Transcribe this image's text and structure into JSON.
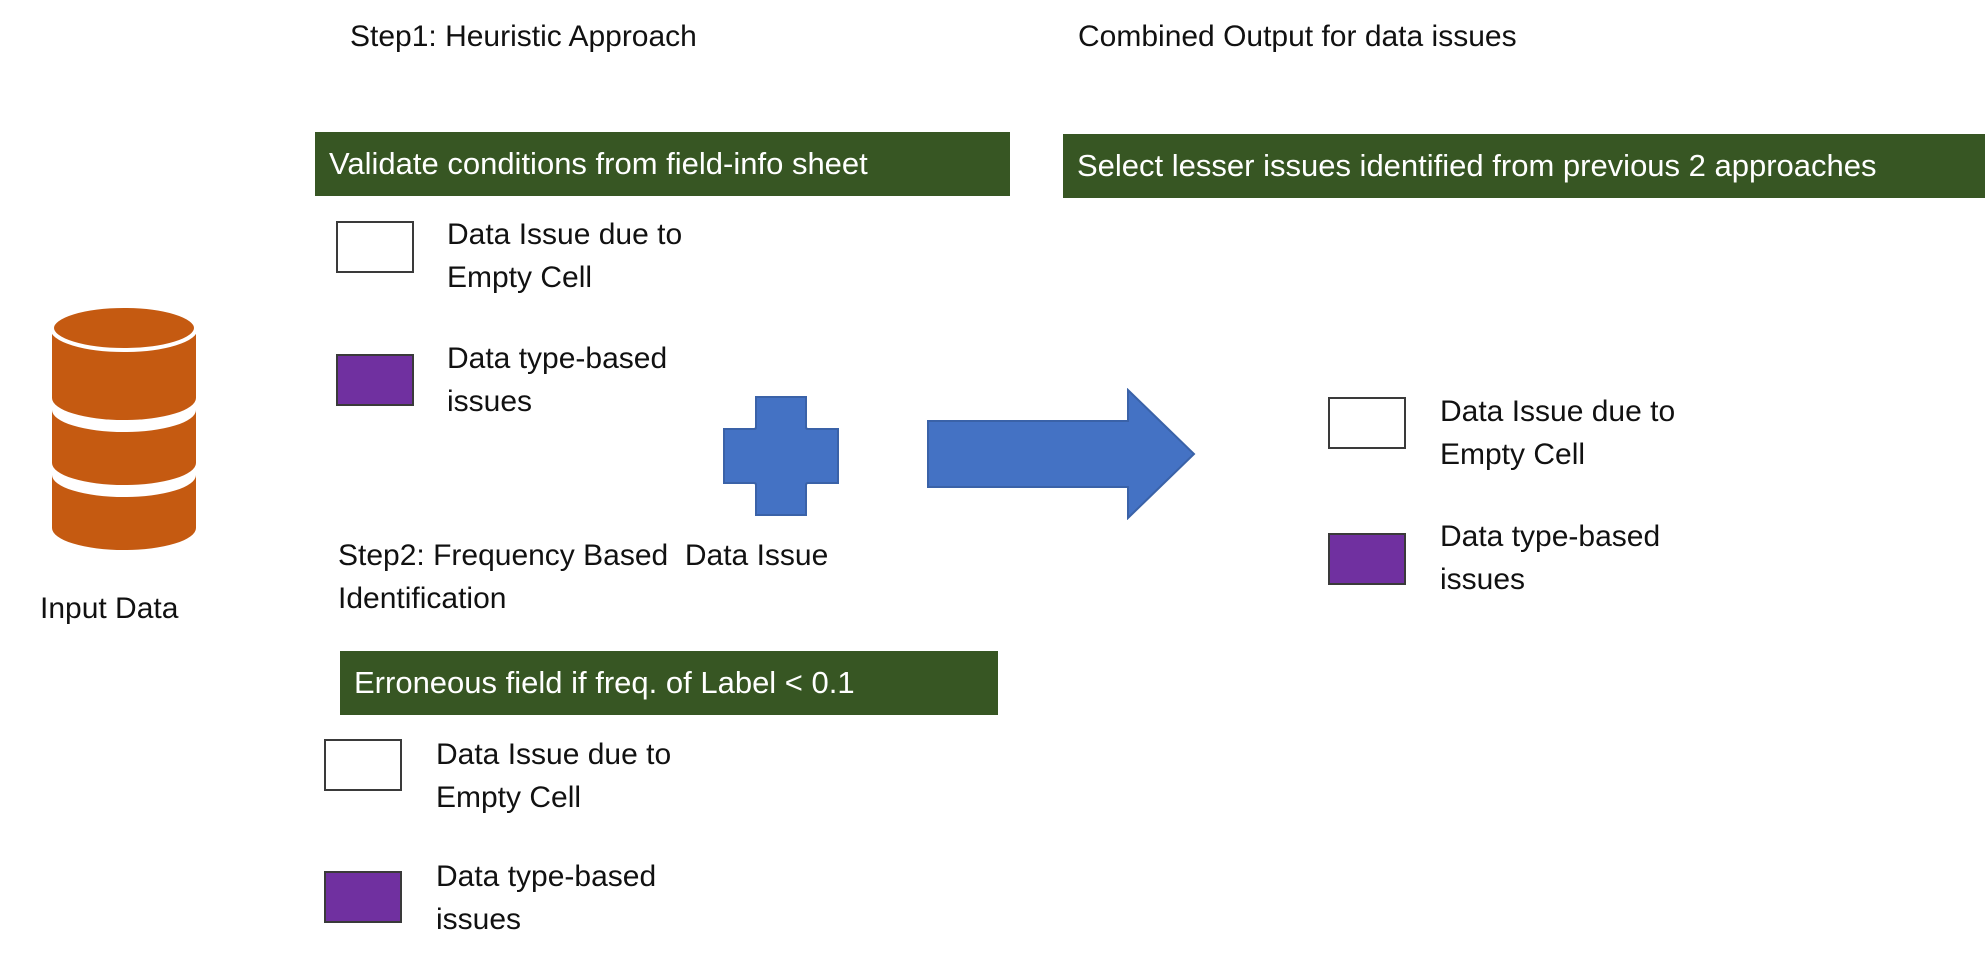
{
  "input": {
    "label": "Input Data",
    "icon": "database-icon",
    "color": "#C55A11"
  },
  "step1": {
    "title": "Step1: Heuristic Approach",
    "banner": "Validate conditions from field-info sheet",
    "legend": [
      {
        "label_line1": "Data Issue due to",
        "label_line2": "Empty Cell",
        "swatch_color": "#FFFFFF"
      },
      {
        "label_line1": "Data type-based",
        "label_line2": "issues",
        "swatch_color": "#7030A0"
      }
    ]
  },
  "step2": {
    "title_line1": "Step2: Frequency Based  Data Issue",
    "title_line2": "Identification",
    "banner": "Erroneous field if freq. of Label < 0.1",
    "legend": [
      {
        "label_line1": "Data Issue due to",
        "label_line2": "Empty Cell",
        "swatch_color": "#FFFFFF"
      },
      {
        "label_line1": "Data type-based",
        "label_line2": "issues",
        "swatch_color": "#7030A0"
      }
    ]
  },
  "combined": {
    "title": "Combined Output for data issues",
    "banner": "Select lesser issues identified from previous 2 approaches",
    "legend": [
      {
        "label_line1": "Data Issue due to",
        "label_line2": "Empty Cell",
        "swatch_color": "#FFFFFF"
      },
      {
        "label_line1": "Data type-based",
        "label_line2": "issues",
        "swatch_color": "#7030A0"
      }
    ]
  },
  "connectors": {
    "plus_icon": "plus-icon",
    "arrow_icon": "arrow-right-icon",
    "shape_color": "#4472C4"
  },
  "colors": {
    "banner_bg": "#375623",
    "banner_text": "#FFFFFF"
  }
}
